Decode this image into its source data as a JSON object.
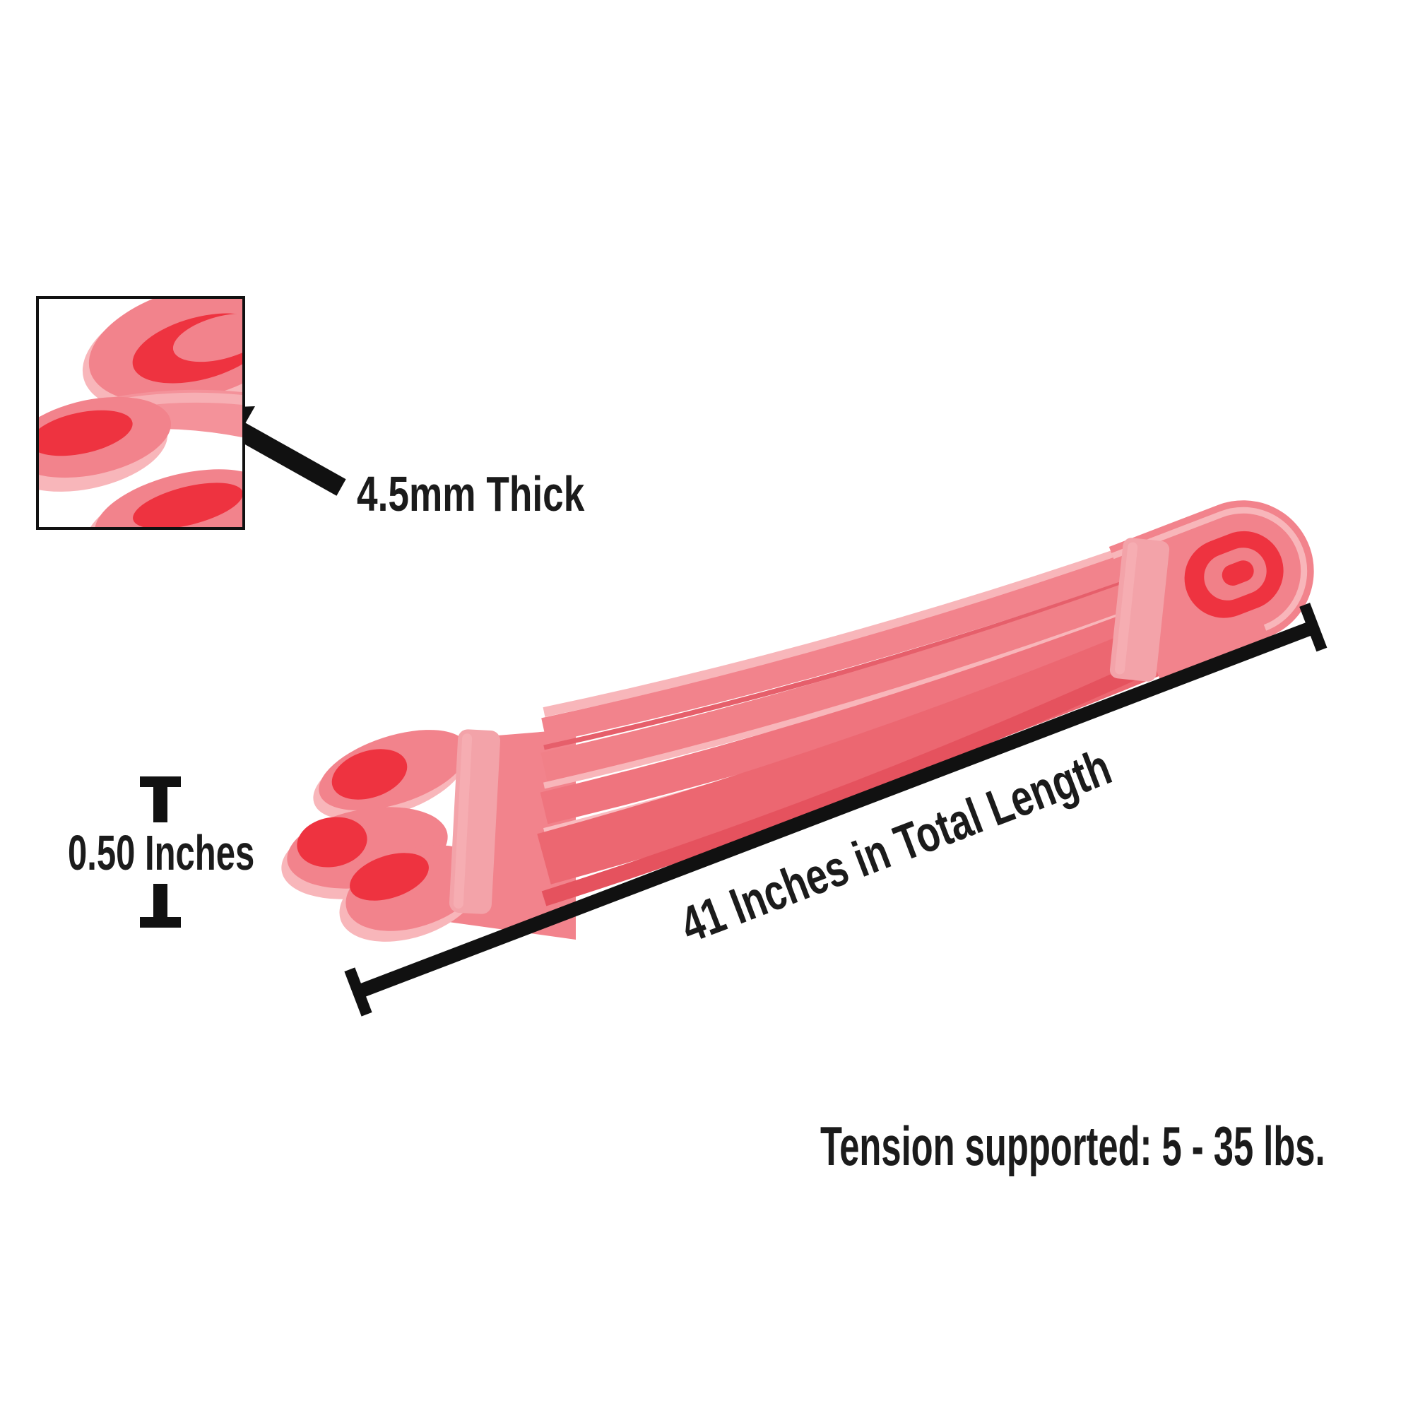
{
  "labels": {
    "thickness": "4.5mm Thick",
    "width": "0.50 Inches",
    "length": "41 Inches in Total Length",
    "tension": "Tension supported: 5 - 35 lbs."
  },
  "measurements": {
    "thickness_value": "4.5mm",
    "width_value": "0.50 Inches",
    "total_length_value": "41 Inches",
    "tension_range_value": "5 - 35 lbs."
  },
  "colors": {
    "background": "#ffffff",
    "ink": "#111111",
    "text": "#1b1b1b",
    "band": "#f2838c",
    "band_mid": "#f18088",
    "band_strip": "#ef747e",
    "band_front": "#ec6771",
    "band_front_edge": "#e5525e",
    "band_gap": "#e65f6b",
    "band_hole": "#ee3340",
    "band_rim": "#f8b6ba",
    "band_rim2": "#f9bcc0",
    "band_wrap": "#f3a3a9",
    "band_neck": "#f4929a"
  }
}
